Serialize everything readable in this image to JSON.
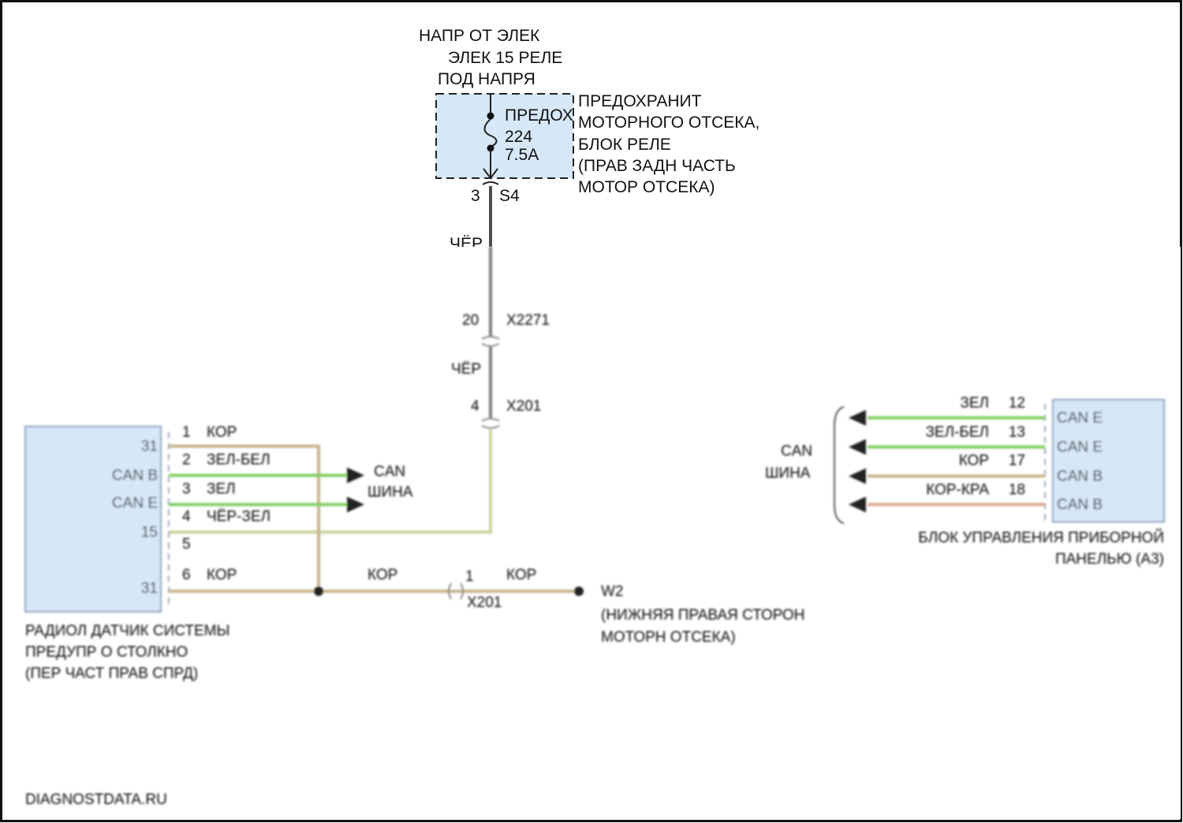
{
  "power_source": {
    "line1": "НАПР ОТ ЭЛЕК",
    "line2": "ЭЛЕК 15 РЕЛЕ",
    "line3": "ПОД НАПРЯ"
  },
  "fuse": {
    "name": "ПРЕДОХ",
    "number": "224",
    "rating": "7.5A",
    "block_lines": [
      "ПРЕДОХРАНИТ",
      "МОТОРНОГО ОТСЕКА,",
      "БЛОК РЕЛЕ",
      "(ПРАВ ЗАДН ЧАСТЬ",
      "МОТОР ОТСЕКА)"
    ],
    "pin": "3",
    "connector": "S4"
  },
  "main_wire": {
    "color_top": "ЧЁР",
    "connector1_pin": "20",
    "connector1_name": "X2271",
    "wire_color_mid": "ЧЁР",
    "connector2_pin": "4",
    "connector2_name": "X201"
  },
  "sensor_module": {
    "pins": [
      {
        "pin_label": "31",
        "num": "1",
        "wire": "КОР"
      },
      {
        "pin_label": "CAN B",
        "num": "2",
        "wire": "ЗЕЛ-БЕЛ"
      },
      {
        "pin_label": "CAN E",
        "num": "3",
        "wire": "ЗЕЛ"
      },
      {
        "pin_label": "15",
        "num": "4",
        "wire": "ЧЁР-ЗЕЛ"
      },
      {
        "pin_label": "",
        "num": "5",
        "wire": ""
      },
      {
        "pin_label": "31",
        "num": "6",
        "wire": "КОР"
      }
    ],
    "name_lines": [
      "РАДИОЛ ДАТЧИК СИСТЕМЫ",
      "ПРЕДУПР О СТОЛКНО",
      "(ПЕР ЧАСТ ПРАВ СПРД)"
    ],
    "can_label": "CAN",
    "can_label2": "ШИНА"
  },
  "ground": {
    "wire_left": "КОР",
    "connector_pin": "1",
    "connector_name": "X201",
    "wire_right": "КОР",
    "point": "W2",
    "desc_lines": [
      "(НИЖНЯЯ ПРАВАЯ СТОРОН",
      "МОТОРН ОТСЕКА)"
    ]
  },
  "instrument_module": {
    "rows": [
      {
        "wire": "ЗЕЛ",
        "pin": "12",
        "signal": "CAN E"
      },
      {
        "wire": "ЗЕЛ-БЕЛ",
        "pin": "13",
        "signal": "CAN E"
      },
      {
        "wire": "КОР",
        "pin": "17",
        "signal": "CAN B"
      },
      {
        "wire": "КОР-КРА",
        "pin": "18",
        "signal": "CAN B"
      }
    ],
    "name_lines": [
      "БЛОК УПРАВЛЕНИЯ ПРИБОРНОЙ",
      "ПАНЕЛЬЮ (А3)"
    ],
    "can_label": "CAN",
    "can_label2": "ШИНА"
  },
  "watermark": "DIAGNOSTDATA.RU",
  "colors": {
    "module_fill": "#d6e7f7",
    "module_border": "#7a8aa0",
    "wire_black": "#4d4d4d",
    "wire_green": "#7fcf62",
    "wire_brown": "#c8b38a",
    "wire_brown_red": "#d9a98a",
    "wire_black_green": "#c8d49c"
  }
}
